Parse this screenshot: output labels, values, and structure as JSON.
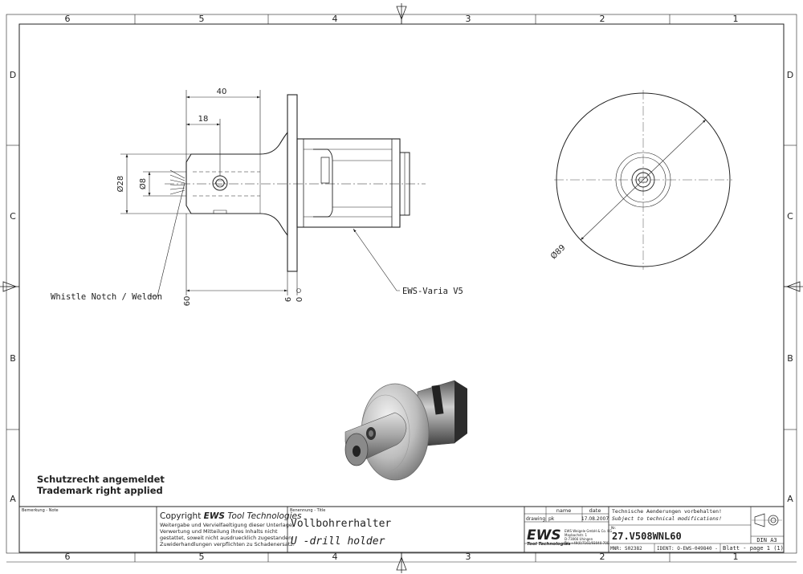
{
  "grid": {
    "columns": [
      "6",
      "5",
      "4",
      "3",
      "2",
      "1"
    ],
    "rows": [
      "D",
      "C",
      "B",
      "A"
    ]
  },
  "dimensions": {
    "length_40": "40",
    "length_18": "18",
    "dia_28": "Ø28",
    "dia_8": "Ø8",
    "length_60": "60",
    "flange_6": "6",
    "zero": "0",
    "dia_89": "Ø89"
  },
  "callouts": {
    "whistle_notch": "Whistle Notch / Weldon",
    "ews_varia": "EWS-Varia V5"
  },
  "notice": {
    "line1": "Schutzrecht angemeldet",
    "line2": "Trademark right applied"
  },
  "title_block": {
    "note_label": "Bemerkung - Note",
    "copyright_prefix": "Copyright ",
    "copyright_brand": "EWS",
    "copyright_suffix": " Tool Technologies",
    "copyright_lines": [
      "Weitergabe und Vervielfaeltigung dieser Unterlage,",
      "Verwertung und Mitteilung ihres Inhalts nicht",
      "gestattet, soweit nicht ausdruecklich zugestanden.",
      "Zuwiderhandlungen verpflichten zu Schadenersatz."
    ],
    "title_label": "Benennung - Title",
    "title_de": "Vollbohrerhalter",
    "title_en": "U -drill holder",
    "name_header": "name",
    "date_header": "date",
    "drawing_label": "drawing",
    "drawn_by": "pk",
    "date": "17.08.2007",
    "logo_text": "EWS",
    "logo_sub": "Tool Technologies",
    "company_lines": [
      "EWS Weigele GmbH & Co. KG",
      "Maybachstr. 1",
      "D-73066 Uhingen",
      "Tel. +49(0)7161/93040-700"
    ],
    "change_de": "Technische Aenderungen vorbehalten!",
    "change_en": "Subject to technical modifications!",
    "part_number_label": "Nr.",
    "part_number": "27.V508WNL60",
    "mnr": "MNR: S02382",
    "ident": "IDENT: O-EWS-049840 -",
    "sheet": "Blatt - page 1 (1)",
    "format": "DIN A3"
  }
}
